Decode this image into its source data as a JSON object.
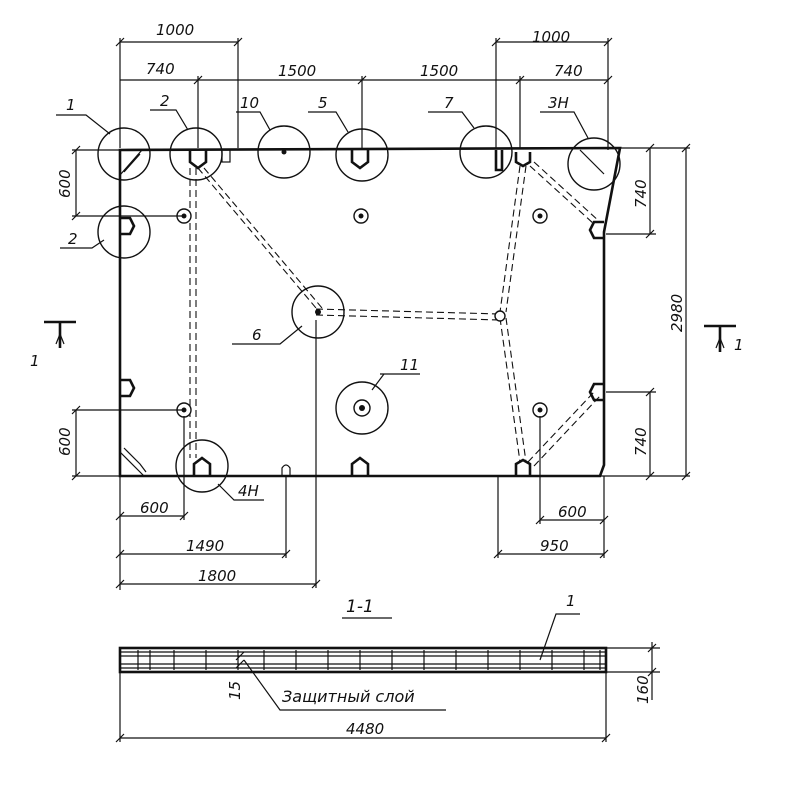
{
  "plan": {
    "top_dims": [
      "1000",
      "1000",
      "740",
      "1500",
      "1500",
      "740"
    ],
    "left_dims": [
      "600",
      "600"
    ],
    "right_dims": [
      "740",
      "2980",
      "740"
    ],
    "bottom_dims": [
      "600",
      "600",
      "1490",
      "950",
      "1800"
    ],
    "callouts": [
      "1",
      "2",
      "10",
      "5",
      "7",
      "3Н",
      "2",
      "6",
      "11",
      "4Н"
    ],
    "section_mark": "1"
  },
  "section": {
    "title": "1-1",
    "callout": "1",
    "layer_callout": "15",
    "layer_label": "Защитный слой",
    "height_dim": "160",
    "length_dim": "4480"
  }
}
